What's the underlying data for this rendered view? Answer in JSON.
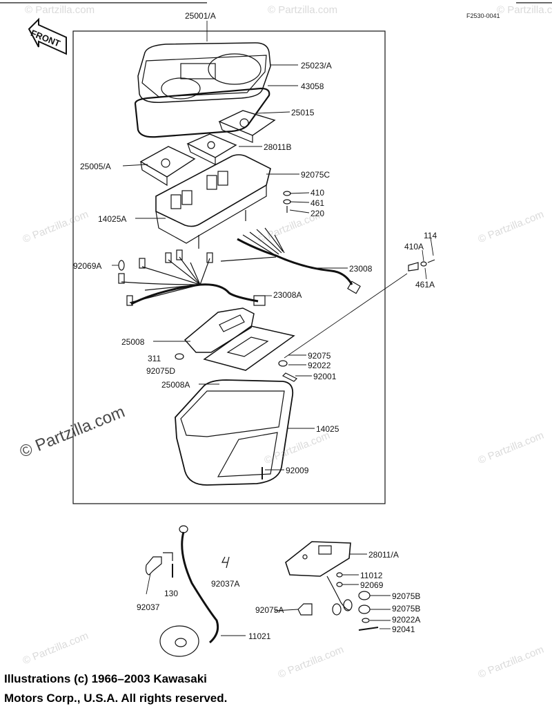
{
  "figure_code": "F2530-0041",
  "front_label": "FRONT",
  "copyright": {
    "line1": "Illustrations (c) 1966–2003 Kawasaki",
    "line2": "Motors Corp., U.S.A.  All rights reserved."
  },
  "watermark": "© Partzilla.com",
  "parts": {
    "p25001A": "25001/A",
    "p25023A": "25023/A",
    "p43058": "43058",
    "p25015": "25015",
    "p28011B": "28011B",
    "p25005A": "25005/A",
    "p92075C": "92075C",
    "p410": "410",
    "p461": "461",
    "p220": "220",
    "p14025A": "14025A",
    "p114": "114",
    "p410A": "410A",
    "p461A": "461A",
    "p92069A": "92069A",
    "p23008": "23008",
    "p23008A": "23008A",
    "p25008": "25008",
    "p92075": "92075",
    "p311": "311",
    "p92022": "92022",
    "p92075D": "92075D",
    "p92001": "92001",
    "p25008A": "25008A",
    "p14025": "14025",
    "p92009": "92009",
    "p28011A": "28011/A",
    "p11012": "11012",
    "p92069": "92069",
    "p92037A": "92037A",
    "p130": "130",
    "p92037": "92037",
    "p92075B_1": "92075B",
    "p92075A": "92075A",
    "p92075B_2": "92075B",
    "p92022A": "92022A",
    "p11021": "11021",
    "p92041": "92041"
  }
}
